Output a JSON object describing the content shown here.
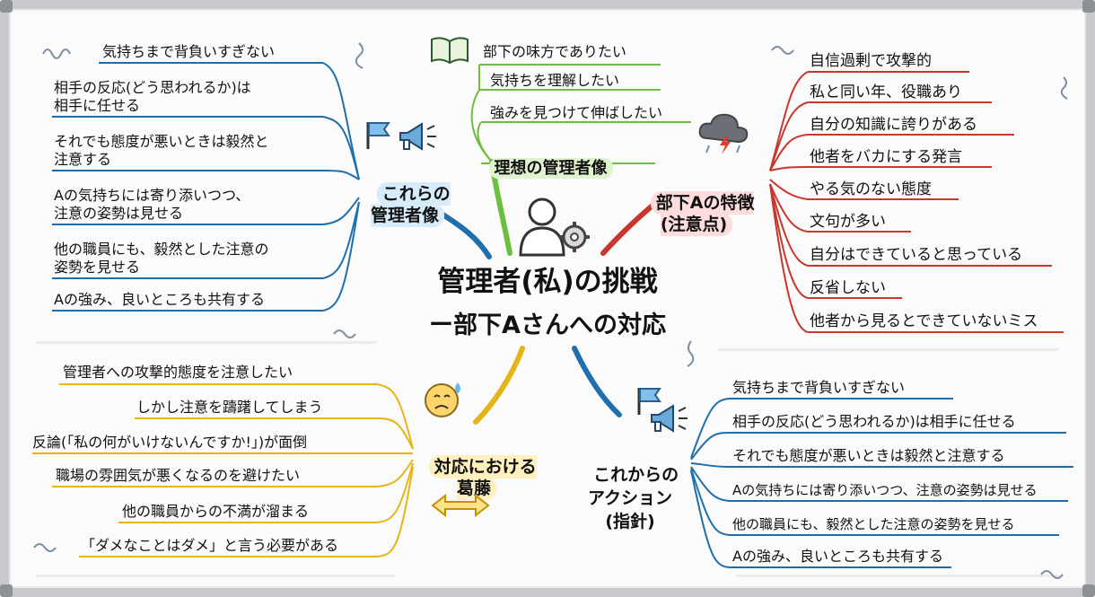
{
  "center": {
    "title": "管理者(私)の挑戦",
    "subtitle": "ー部下Aさんへの対応"
  },
  "colors": {
    "blue": "#1f6fad",
    "green": "#6cbf3c",
    "red": "#c8372d",
    "yellow": "#e7b416"
  },
  "branches": {
    "ideal": {
      "label": "理想の管理者像",
      "items": [
        "部下の味方でありたい",
        "気持ちを理解したい",
        "強みを見つけて伸ばしたい"
      ]
    },
    "traits": {
      "label": "部下Aの特徴\n(注意点)",
      "items": [
        "自信過剰で攻撃的",
        "私と同い年、役職あり",
        "自分の知識に誇りがある",
        "他者をバカにする発言",
        "やる気のない態度",
        "文句が多い",
        "自分はできていると思っている",
        "反省しない",
        "他者から見るとできていないミス"
      ]
    },
    "models": {
      "label": "これらの\n管理者像",
      "items": [
        "気持ちまで背負いすぎない",
        "相手の反応(どう思われるか)は\n相手に任せる",
        "それでも態度が悪いときは毅然と\n注意する",
        "Aの気持ちには寄り添いつつ、\n注意の姿勢は見せる",
        "他の職員にも、毅然とした注意の\n姿勢を見せる",
        "Aの強み、良いところも共有する"
      ]
    },
    "conflict": {
      "label": "対応における\n葛藤",
      "items": [
        "管理者への攻撃的態度を注意したい",
        "しかし注意を躊躇してしまう",
        "反論(「私の何がいけないんですか!」)が面倒",
        "職場の雰囲気が悪くなるのを避けたい",
        "他の職員からの不満が溜まる",
        "「ダメなことはダメ」と言う必要がある"
      ]
    },
    "actions": {
      "label": "これからの\nアクション\n(指針)",
      "items": [
        "気持ちまで背負いすぎない",
        "相手の反応(どう思われるか)は相手に任せる",
        "それでも態度が悪いときは毅然と注意する",
        "Aの気持ちには寄り添いつつ、注意の姿勢は見せる",
        "他の職員にも、毅然とした注意の姿勢を見せる",
        "Aの強み、良いところも共有する"
      ]
    }
  },
  "icons": [
    "book-icon",
    "person-gear-icon",
    "storm-cloud-icon",
    "flag-icon",
    "megaphone-icon",
    "worried-face-icon",
    "double-arrow-icon"
  ]
}
